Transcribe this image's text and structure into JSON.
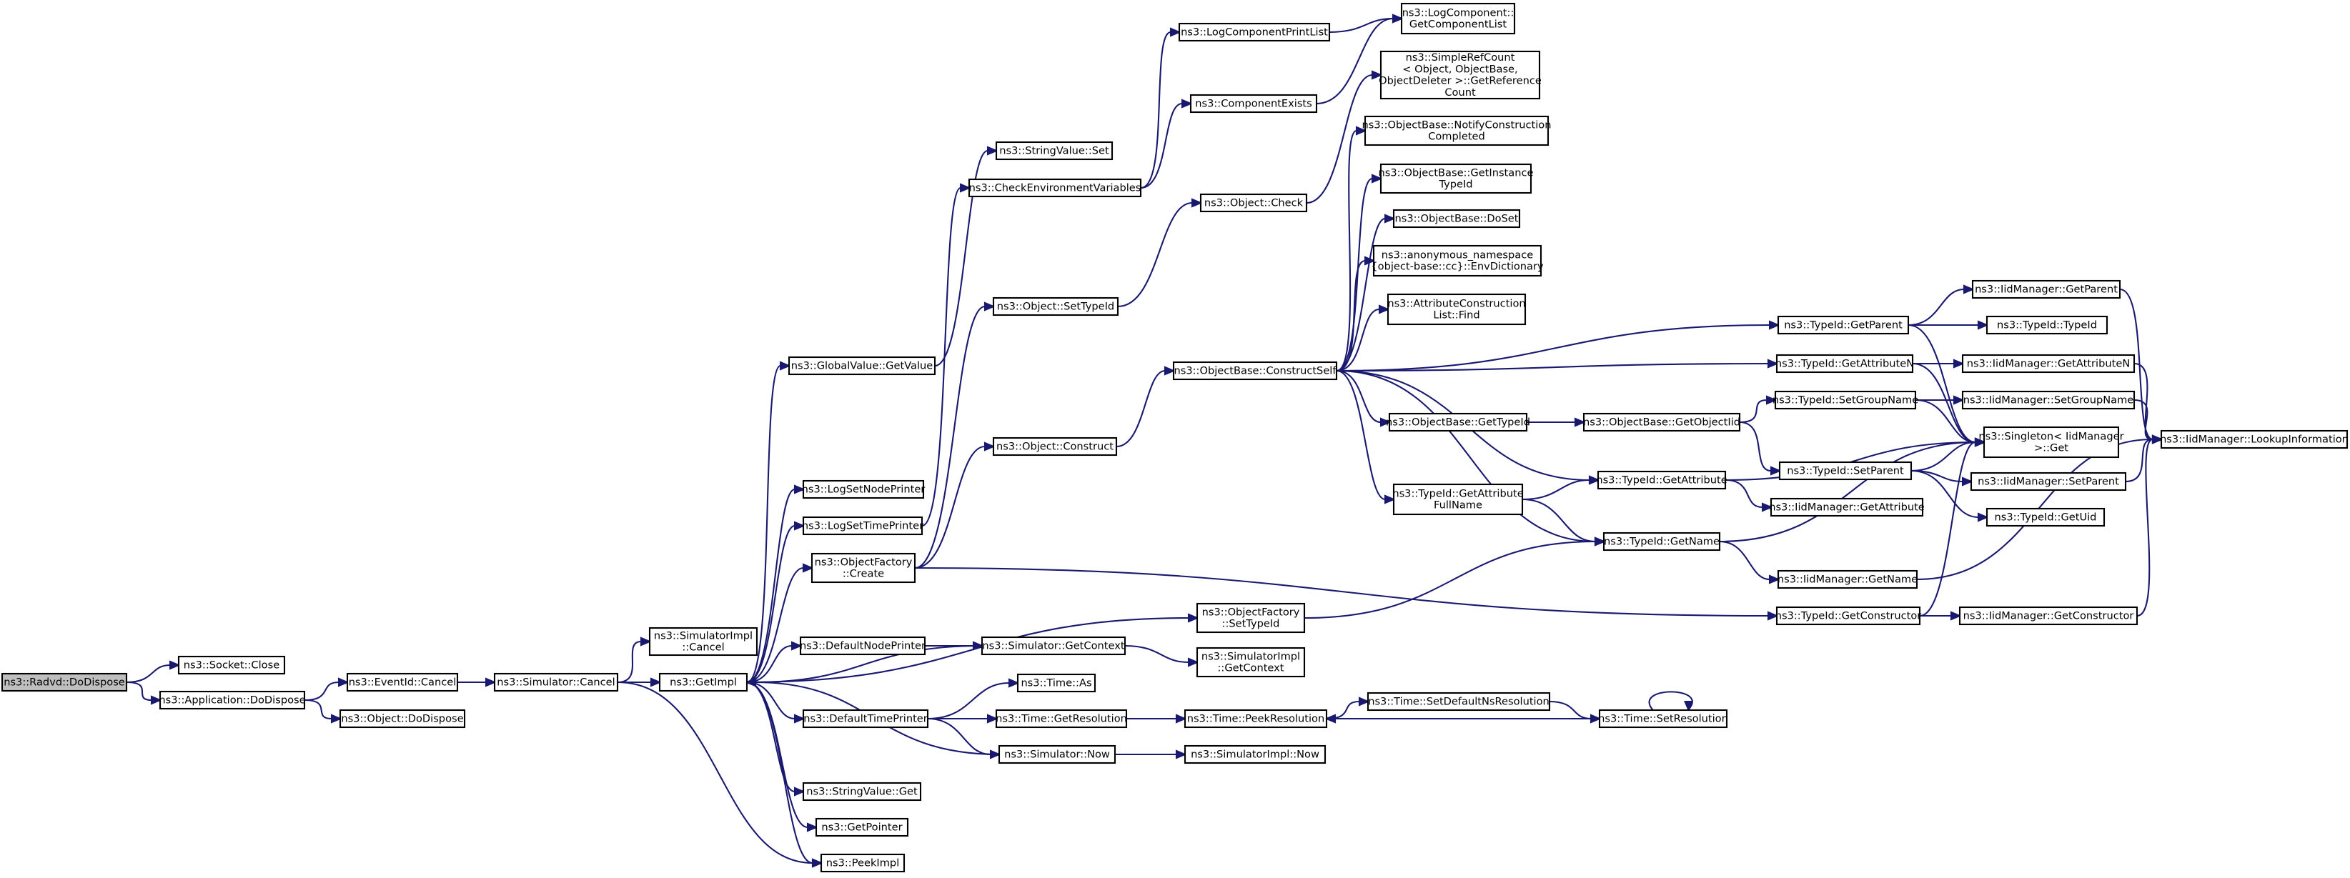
{
  "colors": {
    "edge": "#191970",
    "root_fill": "#bfbfbf",
    "node_fill": "#ffffff",
    "node_border": "#000000"
  },
  "nodes": [
    {
      "id": "radvd",
      "lines": [
        "ns3::Radvd::DoDispose"
      ],
      "root": true
    },
    {
      "id": "socket_close",
      "lines": [
        "ns3::Socket::Close"
      ]
    },
    {
      "id": "app_dodispose",
      "lines": [
        "ns3::Application::DoDispose"
      ]
    },
    {
      "id": "eventid_cancel",
      "lines": [
        "ns3::EventId::Cancel"
      ]
    },
    {
      "id": "object_dodispose",
      "lines": [
        "ns3::Object::DoDispose"
      ]
    },
    {
      "id": "sim_cancel",
      "lines": [
        "ns3::Simulator::Cancel"
      ]
    },
    {
      "id": "simimpl_cancel",
      "lines": [
        "ns3::SimulatorImpl",
        "::Cancel"
      ]
    },
    {
      "id": "getimpl",
      "lines": [
        "ns3::GetImpl"
      ]
    },
    {
      "id": "globalvalue_getvalue",
      "lines": [
        "ns3::GlobalValue::GetValue"
      ]
    },
    {
      "id": "logsetnodeprinter",
      "lines": [
        "ns3::LogSetNodePrinter"
      ]
    },
    {
      "id": "logsettimeprinter",
      "lines": [
        "ns3::LogSetTimePrinter"
      ]
    },
    {
      "id": "objfactory_create",
      "lines": [
        "ns3::ObjectFactory",
        "::Create"
      ]
    },
    {
      "id": "defaultnodeprinter",
      "lines": [
        "ns3::DefaultNodePrinter"
      ]
    },
    {
      "id": "defaulttimeprinter",
      "lines": [
        "ns3::DefaultTimePrinter"
      ]
    },
    {
      "id": "stringvalue_get",
      "lines": [
        "ns3::StringValue::Get"
      ]
    },
    {
      "id": "getpointer",
      "lines": [
        "ns3::GetPointer"
      ]
    },
    {
      "id": "peekimpl",
      "lines": [
        "ns3::PeekImpl"
      ]
    },
    {
      "id": "stringvalue_set",
      "lines": [
        "ns3::StringValue::Set"
      ]
    },
    {
      "id": "checkenv",
      "lines": [
        "ns3::CheckEnvironmentVariables"
      ]
    },
    {
      "id": "object_settypeid",
      "lines": [
        "ns3::Object::SetTypeId"
      ]
    },
    {
      "id": "object_construct",
      "lines": [
        "ns3::Object::Construct"
      ]
    },
    {
      "id": "objfactory_settypeid",
      "lines": [
        "ns3::ObjectFactory",
        "::SetTypeId"
      ]
    },
    {
      "id": "sim_getcontext",
      "lines": [
        "ns3::Simulator::GetContext"
      ]
    },
    {
      "id": "time_as",
      "lines": [
        "ns3::Time::As"
      ]
    },
    {
      "id": "time_getresolution",
      "lines": [
        "ns3::Time::GetResolution"
      ]
    },
    {
      "id": "sim_now",
      "lines": [
        "ns3::Simulator::Now"
      ]
    },
    {
      "id": "logcomponentprintlist",
      "lines": [
        "ns3::LogComponentPrintList"
      ]
    },
    {
      "id": "componentexists",
      "lines": [
        "ns3::ComponentExists"
      ]
    },
    {
      "id": "object_check",
      "lines": [
        "ns3::Object::Check"
      ]
    },
    {
      "id": "ob_constructself",
      "lines": [
        "ns3::ObjectBase::ConstructSelf"
      ]
    },
    {
      "id": "simimpl_getcontext",
      "lines": [
        "ns3::SimulatorImpl",
        "::GetContext"
      ]
    },
    {
      "id": "time_peekresolution",
      "lines": [
        "ns3::Time::PeekResolution"
      ]
    },
    {
      "id": "simimpl_now",
      "lines": [
        "ns3::SimulatorImpl::Now"
      ]
    },
    {
      "id": "logcomponent_getlist",
      "lines": [
        "ns3::LogComponent::",
        "GetComponentList"
      ]
    },
    {
      "id": "simplerefcount",
      "lines": [
        "ns3::SimpleRefCount",
        "< Object, ObjectBase,",
        " ObjectDeleter >::GetReference",
        "Count"
      ]
    },
    {
      "id": "ob_notifyconstruction",
      "lines": [
        "ns3::ObjectBase::NotifyConstruction",
        "Completed"
      ]
    },
    {
      "id": "ob_getinstancetypeid",
      "lines": [
        "ns3::ObjectBase::GetInstance",
        "TypeId"
      ]
    },
    {
      "id": "ob_doset",
      "lines": [
        "ns3::ObjectBase::DoSet"
      ]
    },
    {
      "id": "anon_envdictionary",
      "lines": [
        "ns3::anonymous_namespace",
        "{object-base::cc}::EnvDictionary"
      ]
    },
    {
      "id": "attrconstructionlist_find",
      "lines": [
        "ns3::AttributeConstruction",
        "List::Find"
      ]
    },
    {
      "id": "ob_gettypeid",
      "lines": [
        "ns3::ObjectBase::GetTypeId"
      ]
    },
    {
      "id": "typeid_getattributefullname",
      "lines": [
        "ns3::TypeId::GetAttribute",
        "FullName"
      ]
    },
    {
      "id": "time_setdefaultns",
      "lines": [
        "ns3::Time::SetDefaultNsResolution"
      ]
    },
    {
      "id": "ob_getobjectiid",
      "lines": [
        "ns3::ObjectBase::GetObjectIid"
      ]
    },
    {
      "id": "typeid_getattribute",
      "lines": [
        "ns3::TypeId::GetAttribute"
      ]
    },
    {
      "id": "typeid_getname",
      "lines": [
        "ns3::TypeId::GetName"
      ]
    },
    {
      "id": "time_setresolution",
      "lines": [
        "ns3::Time::SetResolution"
      ]
    },
    {
      "id": "typeid_getparent",
      "lines": [
        "ns3::TypeId::GetParent"
      ]
    },
    {
      "id": "typeid_getattributen",
      "lines": [
        "ns3::TypeId::GetAttributeN"
      ]
    },
    {
      "id": "typeid_setgroupname",
      "lines": [
        "ns3::TypeId::SetGroupName"
      ]
    },
    {
      "id": "typeid_setparent",
      "lines": [
        "ns3::TypeId::SetParent"
      ]
    },
    {
      "id": "iid_getattribute",
      "lines": [
        "ns3::IidManager::GetAttribute"
      ]
    },
    {
      "id": "iid_getname",
      "lines": [
        "ns3::IidManager::GetName"
      ]
    },
    {
      "id": "typeid_getconstructor",
      "lines": [
        "ns3::TypeId::GetConstructor"
      ]
    },
    {
      "id": "iid_getparent",
      "lines": [
        "ns3::IidManager::GetParent"
      ]
    },
    {
      "id": "typeid_typeid",
      "lines": [
        "ns3::TypeId::TypeId"
      ]
    },
    {
      "id": "iid_getattributen",
      "lines": [
        "ns3::IidManager::GetAttributeN"
      ]
    },
    {
      "id": "iid_setgroupname",
      "lines": [
        "ns3::IidManager::SetGroupName"
      ]
    },
    {
      "id": "singleton_get",
      "lines": [
        "ns3::Singleton< IidManager",
        " >::Get"
      ]
    },
    {
      "id": "iid_setparent",
      "lines": [
        "ns3::IidManager::SetParent"
      ]
    },
    {
      "id": "typeid_getuid",
      "lines": [
        "ns3::TypeId::GetUid"
      ]
    },
    {
      "id": "iid_getconstructor",
      "lines": [
        "ns3::IidManager::GetConstructor"
      ]
    },
    {
      "id": "iid_lookupinformation",
      "lines": [
        "ns3::IidManager::LookupInformation"
      ]
    }
  ],
  "edges": [
    [
      "radvd",
      "socket_close"
    ],
    [
      "radvd",
      "app_dodispose"
    ],
    [
      "app_dodispose",
      "eventid_cancel"
    ],
    [
      "app_dodispose",
      "object_dodispose"
    ],
    [
      "eventid_cancel",
      "sim_cancel"
    ],
    [
      "sim_cancel",
      "simimpl_cancel"
    ],
    [
      "sim_cancel",
      "getimpl"
    ],
    [
      "sim_cancel",
      "peekimpl"
    ],
    [
      "getimpl",
      "globalvalue_getvalue"
    ],
    [
      "getimpl",
      "logsetnodeprinter"
    ],
    [
      "getimpl",
      "logsettimeprinter"
    ],
    [
      "getimpl",
      "objfactory_create"
    ],
    [
      "getimpl",
      "objfactory_settypeid"
    ],
    [
      "getimpl",
      "defaultnodeprinter"
    ],
    [
      "getimpl",
      "defaulttimeprinter"
    ],
    [
      "getimpl",
      "stringvalue_get"
    ],
    [
      "getimpl",
      "getpointer"
    ],
    [
      "getimpl",
      "peekimpl"
    ],
    [
      "globalvalue_getvalue",
      "stringvalue_set"
    ],
    [
      "logsettimeprinter",
      "checkenv"
    ],
    [
      "objfactory_create",
      "object_settypeid"
    ],
    [
      "objfactory_create",
      "object_construct"
    ],
    [
      "objfactory_create",
      "typeid_getconstructor"
    ],
    [
      "defaultnodeprinter",
      "sim_getcontext"
    ],
    [
      "sim_getcontext",
      "getimpl"
    ],
    [
      "sim_getcontext",
      "simimpl_getcontext"
    ],
    [
      "defaulttimeprinter",
      "time_as"
    ],
    [
      "defaulttimeprinter",
      "time_getresolution"
    ],
    [
      "defaulttimeprinter",
      "sim_now"
    ],
    [
      "sim_now",
      "getimpl"
    ],
    [
      "sim_now",
      "simimpl_now"
    ],
    [
      "checkenv",
      "logcomponentprintlist"
    ],
    [
      "checkenv",
      "componentexists"
    ],
    [
      "logcomponentprintlist",
      "logcomponent_getlist"
    ],
    [
      "componentexists",
      "logcomponent_getlist"
    ],
    [
      "object_settypeid",
      "object_check"
    ],
    [
      "object_check",
      "simplerefcount"
    ],
    [
      "object_construct",
      "ob_constructself"
    ],
    [
      "ob_constructself",
      "ob_notifyconstruction"
    ],
    [
      "ob_constructself",
      "ob_getinstancetypeid"
    ],
    [
      "ob_constructself",
      "ob_doset"
    ],
    [
      "ob_constructself",
      "anon_envdictionary"
    ],
    [
      "ob_constructself",
      "attrconstructionlist_find"
    ],
    [
      "ob_constructself",
      "ob_gettypeid"
    ],
    [
      "ob_constructself",
      "typeid_getattributefullname"
    ],
    [
      "ob_constructself",
      "typeid_getattribute"
    ],
    [
      "ob_constructself",
      "typeid_getname"
    ],
    [
      "ob_constructself",
      "typeid_getparent"
    ],
    [
      "ob_constructself",
      "typeid_getattributen"
    ],
    [
      "ob_gettypeid",
      "ob_getobjectiid"
    ],
    [
      "ob_getobjectiid",
      "typeid_setgroupname"
    ],
    [
      "ob_getobjectiid",
      "typeid_setparent"
    ],
    [
      "typeid_getattributefullname",
      "typeid_getattribute"
    ],
    [
      "typeid_getattributefullname",
      "typeid_getname"
    ],
    [
      "objfactory_settypeid",
      "typeid_getname"
    ],
    [
      "time_getresolution",
      "time_peekresolution"
    ],
    [
      "time_peekresolution",
      "time_setdefaultns"
    ],
    [
      "time_setdefaultns",
      "time_setresolution"
    ],
    [
      "time_setresolution",
      "time_peekresolution"
    ],
    [
      "time_setresolution",
      "time_setresolution"
    ],
    [
      "typeid_getattribute",
      "singleton_get"
    ],
    [
      "typeid_getattribute",
      "iid_getattribute"
    ],
    [
      "typeid_getname",
      "singleton_get"
    ],
    [
      "typeid_getname",
      "iid_getname"
    ],
    [
      "typeid_getparent",
      "iid_getparent"
    ],
    [
      "typeid_getparent",
      "typeid_typeid"
    ],
    [
      "typeid_getparent",
      "singleton_get"
    ],
    [
      "typeid_getattributen",
      "iid_getattributen"
    ],
    [
      "typeid_getattributen",
      "singleton_get"
    ],
    [
      "typeid_setgroupname",
      "iid_setgroupname"
    ],
    [
      "typeid_setgroupname",
      "singleton_get"
    ],
    [
      "typeid_setparent",
      "iid_setparent"
    ],
    [
      "typeid_setparent",
      "typeid_getuid"
    ],
    [
      "typeid_setparent",
      "singleton_get"
    ],
    [
      "typeid_getconstructor",
      "singleton_get"
    ],
    [
      "typeid_getconstructor",
      "iid_getconstructor"
    ],
    [
      "iid_getparent",
      "iid_lookupinformation"
    ],
    [
      "iid_getattributen",
      "iid_lookupinformation"
    ],
    [
      "iid_setgroupname",
      "iid_lookupinformation"
    ],
    [
      "iid_setparent",
      "iid_lookupinformation"
    ],
    [
      "iid_getname",
      "iid_lookupinformation"
    ],
    [
      "iid_getconstructor",
      "iid_lookupinformation"
    ]
  ]
}
